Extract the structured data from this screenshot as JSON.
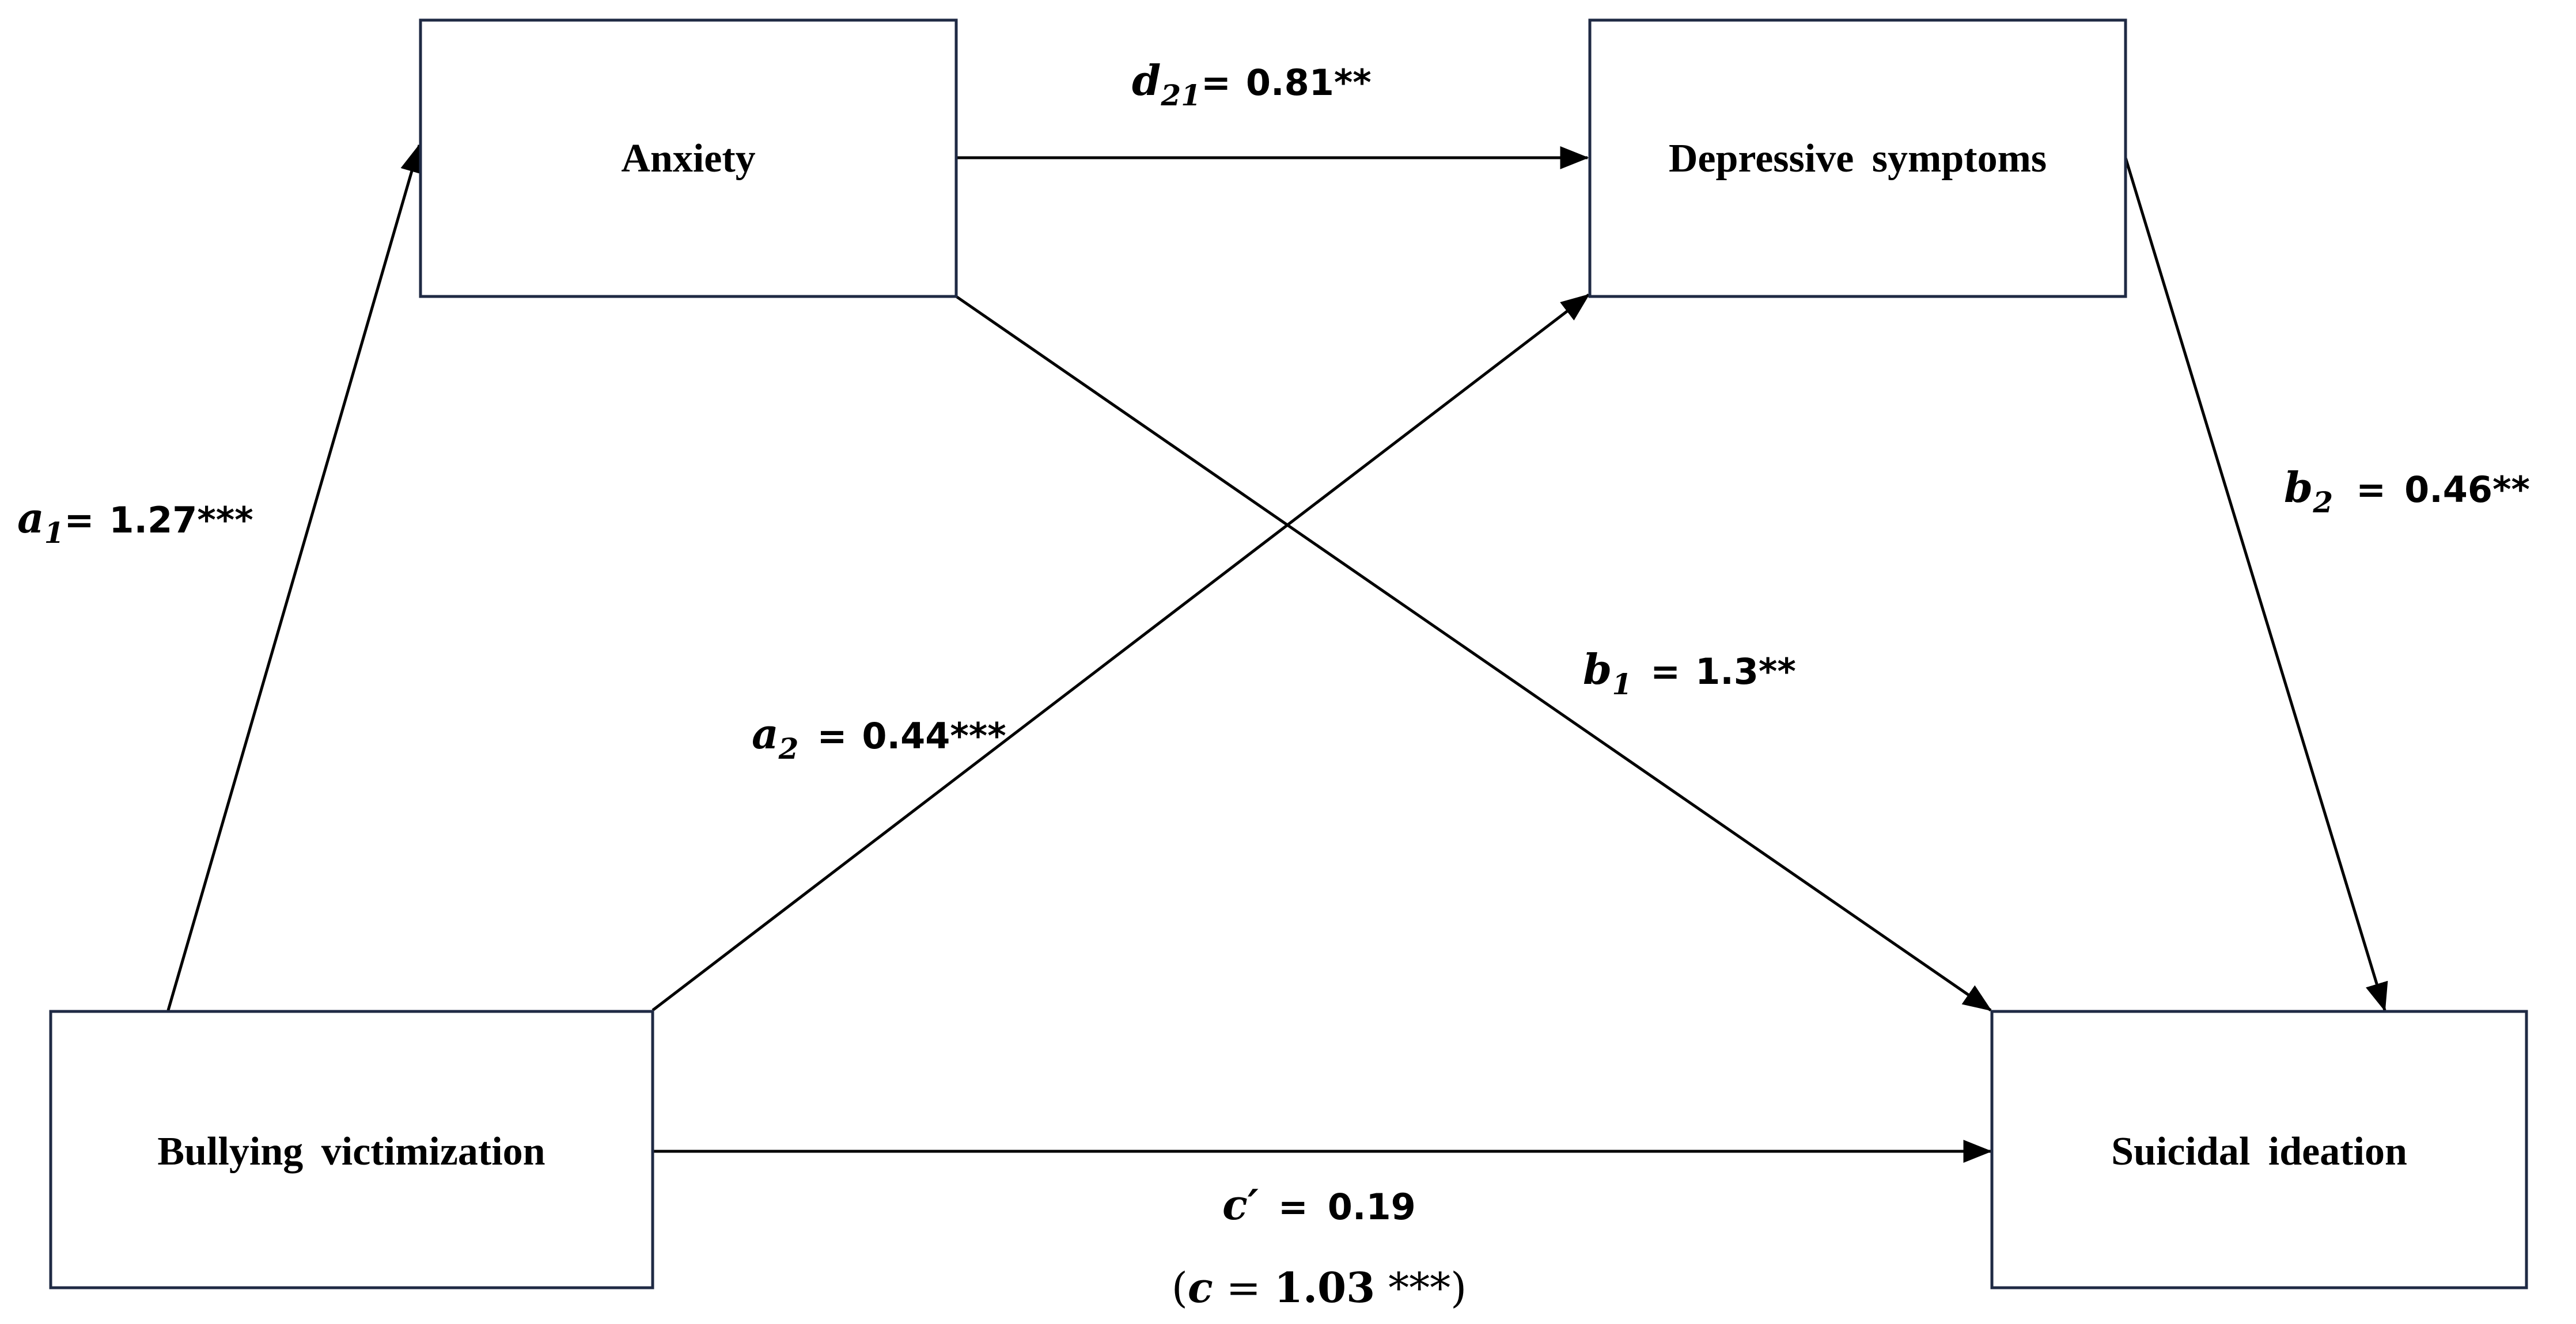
{
  "nodes": {
    "anxiety": "Anxiety",
    "depressive": "Depressive symptoms",
    "bullying": "Bullying victimization",
    "suicidal": "Suicidal ideation"
  },
  "paths": {
    "a1": {
      "sym": "a",
      "sub": "1",
      "eq": "=",
      "value": "1.27***"
    },
    "a2": {
      "sym": "a",
      "sub": "2",
      "eq": "=",
      "value": "0.44***"
    },
    "d21": {
      "sym": "d",
      "sub": "21",
      "eq": "=",
      "value": "0.81**"
    },
    "b1": {
      "sym": "b",
      "sub": "1",
      "eq": "=",
      "value": "1.3**"
    },
    "b2": {
      "sym": "b",
      "sub": "2",
      "eq": "=",
      "value": "0.46**"
    },
    "c_prime": {
      "sym": "c′",
      "eq": "=",
      "value": "0.19"
    }
  },
  "total_effect": {
    "open": "(",
    "sym": "c",
    "eq": " = ",
    "value": "1.03",
    "stars": " ***",
    "close": ")"
  }
}
